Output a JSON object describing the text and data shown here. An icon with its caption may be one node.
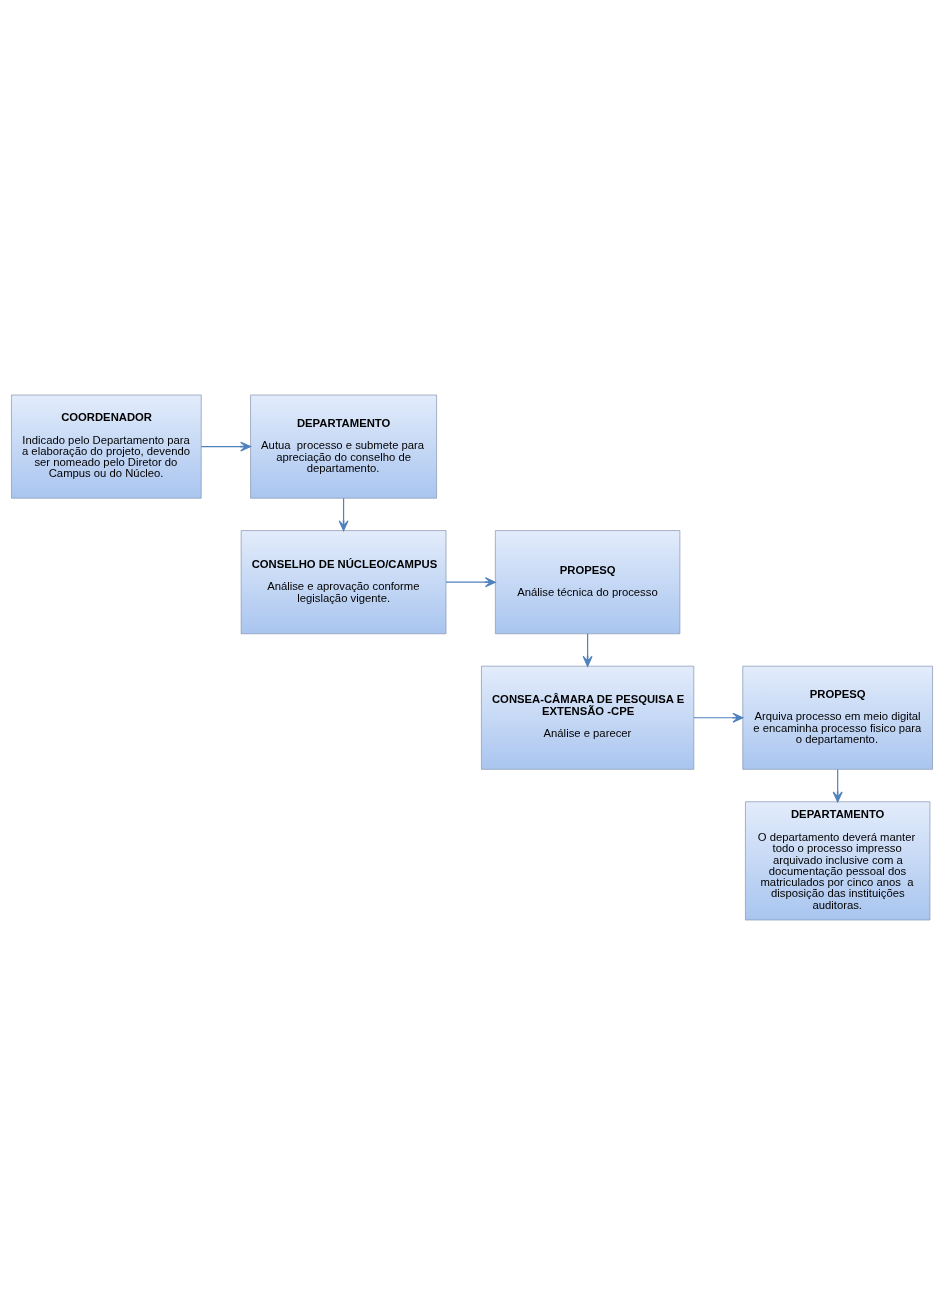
{
  "diagram": {
    "nodes": [
      {
        "text": [
          "COORDENADOR",
          "Indicado pelo Departamento para a elaboração do projeto, devendo ser nomeado pelo Diretor do Campus ou do Núcleo."
        ]
      },
      {
        "text": [
          "DEPARTAMENTO",
          "Autua  processo e submete para apreciação do conselho de departamento."
        ]
      },
      {
        "text": [
          "CONSELHO DE NÚCLEO/CAMPUS",
          "Análise e aprovação conforme legislação vigente."
        ]
      },
      {
        "text": [
          "PROPESQ",
          "Análise técnica do processo"
        ]
      },
      {
        "text": [
          "CONSEA-CÂMARA DE PESQUISA E EXTENSÃO -CPE",
          "Análise e parecer"
        ]
      },
      {
        "text": [
          "PROPESQ",
          "Arquiva processo em meio digital e encaminha processo fisico para o departamento."
        ]
      },
      {
        "text": [
          "DEPARTAMENTO",
          "O departamento deverá manter todo o processo impresso arquivado inclusive com a documentação pessoal dos matriculados por cinco anos  a disposição das instituições auditoras."
        ]
      }
    ],
    "edges": [
      {
        "from": 0,
        "to": 1,
        "arrow": "to"
      },
      {
        "from": 1,
        "to": 2,
        "arrow": "to"
      },
      {
        "from": 2,
        "to": 3,
        "arrow": "to"
      },
      {
        "from": 3,
        "to": 4,
        "arrow": "to"
      },
      {
        "from": 4,
        "to": 5,
        "arrow": "to"
      },
      {
        "from": 5,
        "to": 6,
        "arrow": "to"
      }
    ]
  }
}
